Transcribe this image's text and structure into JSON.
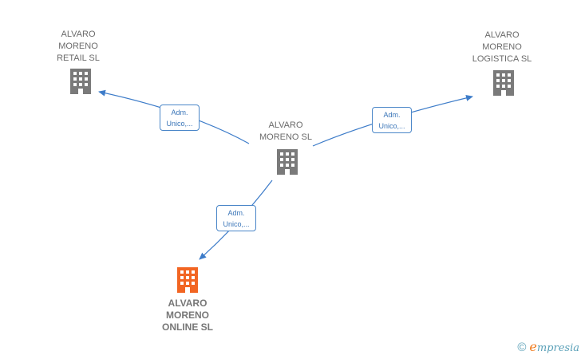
{
  "nodes": {
    "center": {
      "label": "ALVARO\nMORENO  SL",
      "color": "#7a7a7a"
    },
    "retail": {
      "label": "ALVARO\nMORENO\nRETAIL  SL",
      "color": "#7a7a7a"
    },
    "logistica": {
      "label": "ALVARO\nMORENO\nLOGISTICA  SL",
      "color": "#7a7a7a"
    },
    "online": {
      "label": "ALVARO\nMORENO\nONLINE  SL",
      "color": "#f26522"
    }
  },
  "relations": {
    "to_retail": {
      "line1": "Adm.",
      "line2": "Unico,..."
    },
    "to_logistica": {
      "line1": "Adm.",
      "line2": "Unico,..."
    },
    "to_online": {
      "line1": "Adm.",
      "line2": "Unico,..."
    }
  },
  "colors": {
    "edge": "#3d7cc9",
    "accent": "#f26522",
    "building": "#7a7a7a"
  },
  "footer": {
    "copyright": "©",
    "brand_initial": "e",
    "brand_rest": "mpresia"
  }
}
